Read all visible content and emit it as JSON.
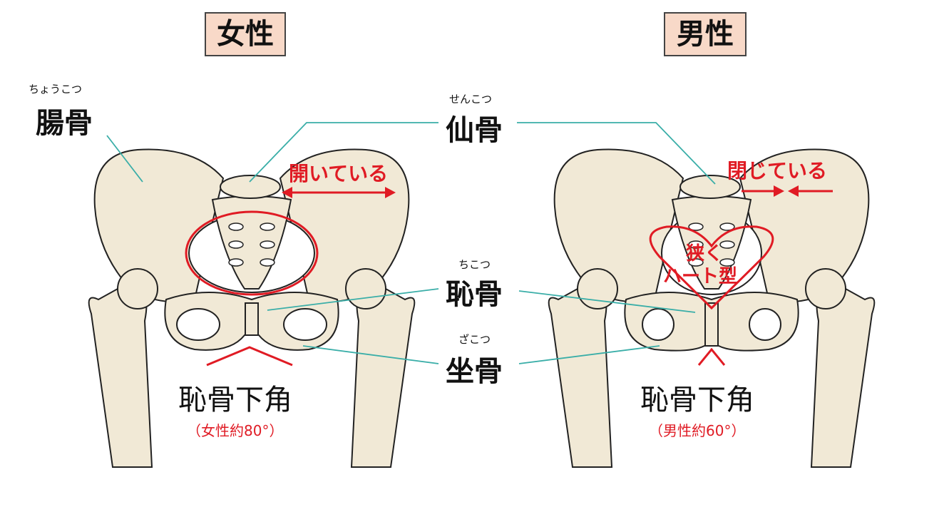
{
  "titles": {
    "female": "女性",
    "male": "男性"
  },
  "labels": {
    "ilium": {
      "furigana": "ちょうこつ",
      "text": "腸骨"
    },
    "sacrum": {
      "furigana": "せんこつ",
      "text": "仙骨"
    },
    "pubis": {
      "furigana": "ちこつ",
      "text": "恥骨"
    },
    "ischium": {
      "furigana": "ざこつ",
      "text": "坐骨"
    }
  },
  "female": {
    "inlet_note": "開いている",
    "subpubic_angle": "恥骨下角",
    "angle_note": "（女性約80°）"
  },
  "male": {
    "inlet_note": "閉じている",
    "heart_line1": "狭く",
    "heart_line2": "ハート型",
    "subpubic_angle": "恥骨下角",
    "angle_note": "（男性約60°）"
  },
  "colors": {
    "bone": "#f1e9d6",
    "accent": "#e01b24",
    "leader": "#3aaea8",
    "title_bg": "#f8d9c8"
  }
}
